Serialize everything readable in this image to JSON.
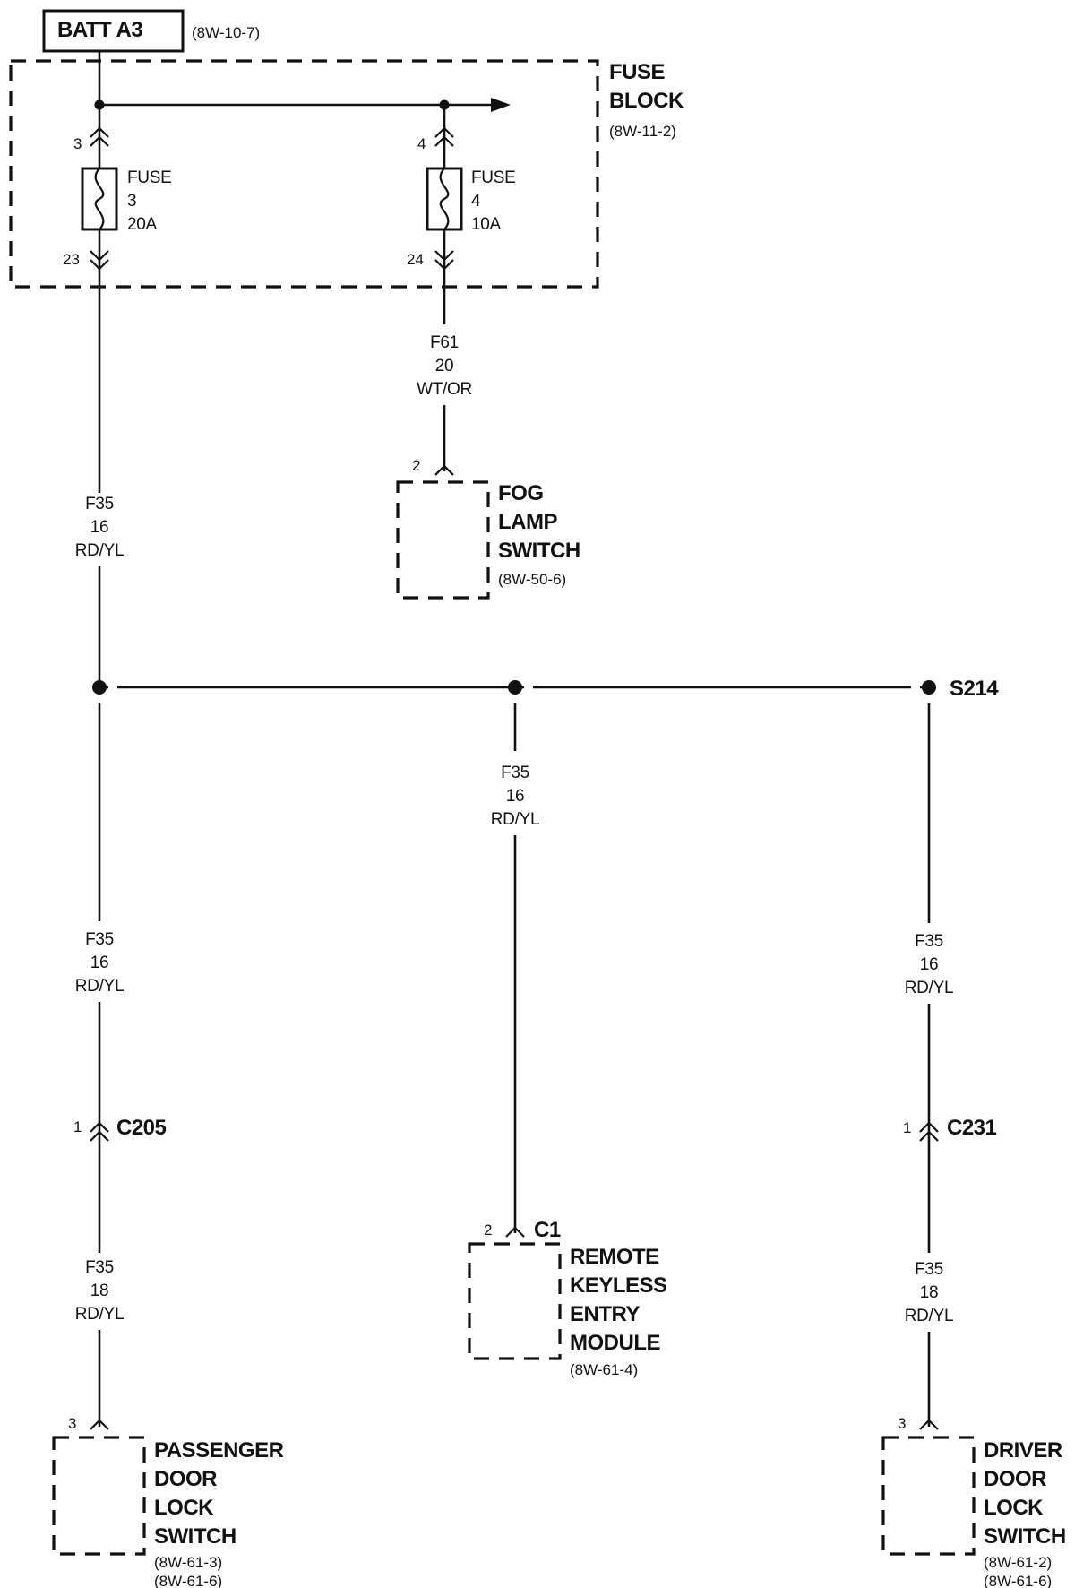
{
  "battery": {
    "label": "BATT A3",
    "ref": "(8W-10-7)"
  },
  "fuse_block": {
    "name_line1": "FUSE",
    "name_line2": "BLOCK",
    "ref": "(8W-11-2)"
  },
  "fuse3": {
    "in_pin": "3",
    "out_pin": "23",
    "line1": "FUSE",
    "line2": "3",
    "line3": "20A"
  },
  "fuse4": {
    "in_pin": "4",
    "out_pin": "24",
    "line1": "FUSE",
    "line2": "4",
    "line3": "10A"
  },
  "wire_f61": {
    "circuit": "F61",
    "gauge": "20",
    "color": "WT/OR"
  },
  "fog_lamp_switch": {
    "pin": "2",
    "line1": "FOG",
    "line2": "LAMP",
    "line3": "SWITCH",
    "ref": "(8W-50-6)"
  },
  "wire_f35_top": {
    "circuit": "F35",
    "gauge": "16",
    "color": "RD/YL"
  },
  "splice": {
    "label": "S214"
  },
  "wire_f35_center": {
    "circuit": "F35",
    "gauge": "16",
    "color": "RD/YL"
  },
  "wire_f35_left_upper": {
    "circuit": "F35",
    "gauge": "16",
    "color": "RD/YL"
  },
  "wire_f35_right_upper": {
    "circuit": "F35",
    "gauge": "16",
    "color": "RD/YL"
  },
  "c205": {
    "pin": "1",
    "label": "C205"
  },
  "c231": {
    "pin": "1",
    "label": "C231"
  },
  "wire_f35_left_lower": {
    "circuit": "F35",
    "gauge": "18",
    "color": "RD/YL"
  },
  "wire_f35_right_lower": {
    "circuit": "F35",
    "gauge": "18",
    "color": "RD/YL"
  },
  "rke_module": {
    "pin": "2",
    "connector": "C1",
    "line1": "REMOTE",
    "line2": "KEYLESS",
    "line3": "ENTRY",
    "line4": "MODULE",
    "ref": "(8W-61-4)"
  },
  "passenger_switch": {
    "pin": "3",
    "line1": "PASSENGER",
    "line2": "DOOR",
    "line3": "LOCK",
    "line4": "SWITCH",
    "ref1": "(8W-61-3)",
    "ref2": "(8W-61-6)"
  },
  "driver_switch": {
    "pin": "3",
    "line1": "DRIVER",
    "line2": "DOOR",
    "line3": "LOCK",
    "line4": "SWITCH",
    "ref1": "(8W-61-2)",
    "ref2": "(8W-61-6)"
  }
}
